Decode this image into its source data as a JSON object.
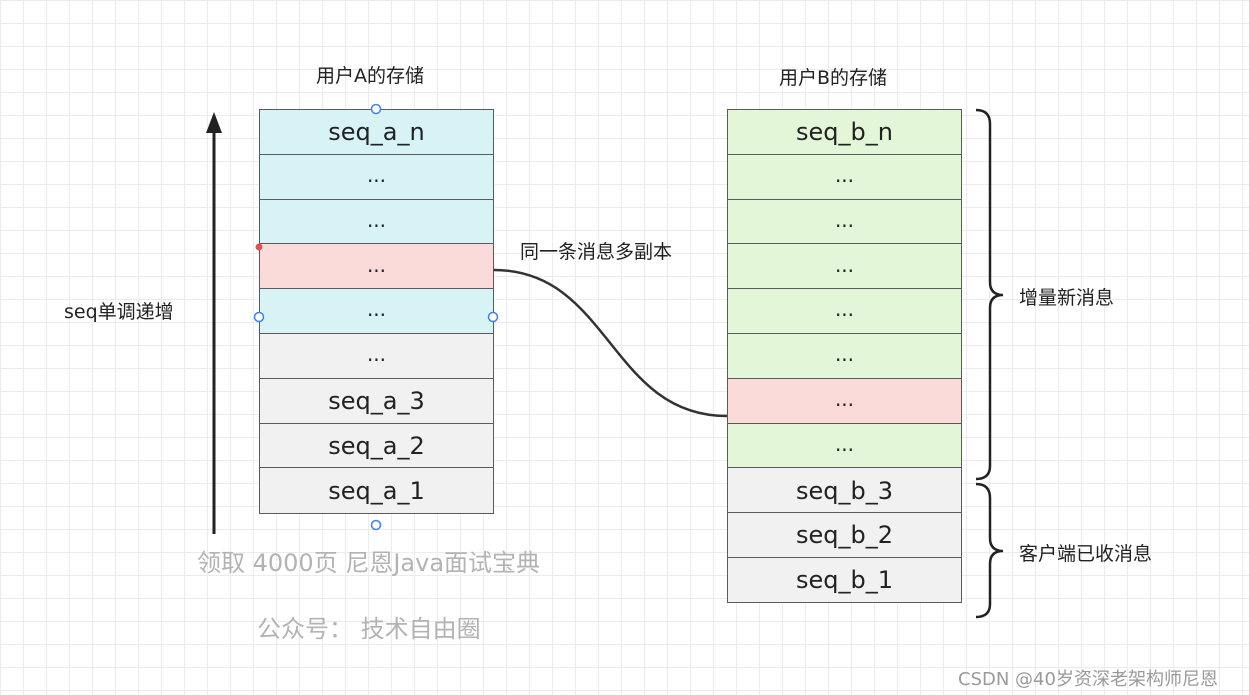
{
  "title_a": "用户A的存储",
  "title_b": "用户B的存储",
  "axis_label": "seq单调递增",
  "connector_label": "同一条消息多副本",
  "brace_top_label": "增量新消息",
  "brace_bottom_label": "客户端已收消息",
  "watermark_line1": "领取 4000页 尼恩Java面试宝典",
  "watermark_line2": "公众号： 技术自由圈",
  "credit": "CSDN @40岁资深老架构师尼恩",
  "stack_a": [
    {
      "text": "seq_a_n",
      "color": "#d8f3f6"
    },
    {
      "text": "...",
      "color": "#d8f3f6"
    },
    {
      "text": "...",
      "color": "#d8f3f6"
    },
    {
      "text": "...",
      "color": "#fbdada"
    },
    {
      "text": "...",
      "color": "#d8f3f6"
    },
    {
      "text": "...",
      "color": "#f1f1f1"
    },
    {
      "text": "seq_a_3",
      "color": "#f1f1f1"
    },
    {
      "text": "seq_a_2",
      "color": "#f1f1f1"
    },
    {
      "text": "seq_a_1",
      "color": "#f1f1f1"
    }
  ],
  "stack_b": [
    {
      "text": "seq_b_n",
      "color": "#e4f6d8"
    },
    {
      "text": "...",
      "color": "#e4f6d8"
    },
    {
      "text": "...",
      "color": "#e4f6d8"
    },
    {
      "text": "...",
      "color": "#e4f6d8"
    },
    {
      "text": "...",
      "color": "#e4f6d8"
    },
    {
      "text": "...",
      "color": "#e4f6d8"
    },
    {
      "text": "...",
      "color": "#fbdada"
    },
    {
      "text": "...",
      "color": "#e4f6d8"
    },
    {
      "text": "seq_b_3",
      "color": "#f1f1f1"
    },
    {
      "text": "seq_b_2",
      "color": "#f1f1f1"
    },
    {
      "text": "seq_b_1",
      "color": "#f1f1f1"
    }
  ]
}
